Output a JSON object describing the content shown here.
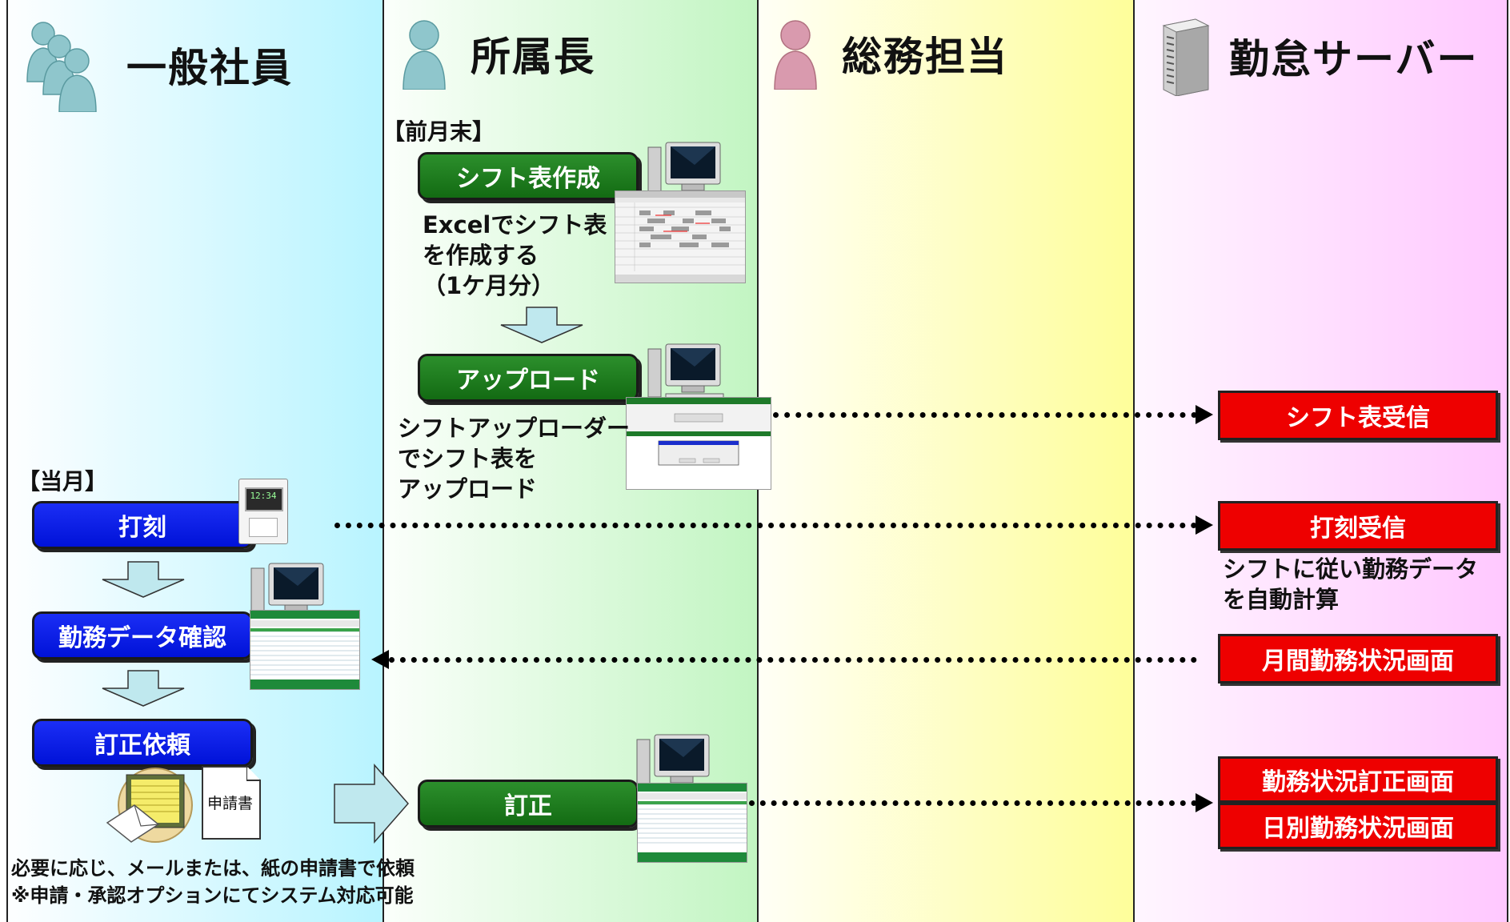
{
  "lanes": [
    {
      "title": "一般社員",
      "icon": "group-person-icon",
      "color": "#8fc6cc"
    },
    {
      "title": "所属長",
      "icon": "person-icon",
      "color": "#8fc6cc"
    },
    {
      "title": "総務担当",
      "icon": "person-pink-icon",
      "color": "#d99aae"
    },
    {
      "title": "勤怠サーバー",
      "icon": "server-icon",
      "color": "#bfbfbf"
    }
  ],
  "manager": {
    "period_label": "【前月末】",
    "shift_create_label": "シフト表作成",
    "shift_desc": [
      "Excelでシフト表",
      "を作成する",
      "（1ケ月分）"
    ],
    "upload_label": "アップロード",
    "upload_desc": [
      "シフトアップローダー",
      "でシフト表を",
      "アップロード"
    ],
    "correction_label": "訂正"
  },
  "employee": {
    "period_label": "【当月】",
    "stamp_label": "打刻",
    "check_label": "勤務データ確認",
    "request_label": "訂正依頼",
    "paper_label": "申請書",
    "note": [
      "必要に応じ、メールまたは、紙の申請書で依頼",
      "※申請・承認オプションにてシステム対応可能"
    ],
    "clock_time": "12:34"
  },
  "server": {
    "shift_receive": "シフト表受信",
    "stamp_receive": "打刻受信",
    "auto_calc": [
      "シフトに従い勤務データ",
      "を自動計算"
    ],
    "monthly_screen": "月間勤務状況画面",
    "correction_screen": "勤務状況訂正画面",
    "daily_screen": "日別勤務状況画面"
  },
  "colors": {
    "lane1": "#ccf8ff",
    "lane2": "#ccf7cc",
    "lane3": "#ffffa8",
    "lane4": "#ffd2ff",
    "blue_button": "#0012d8",
    "green_button": "#1a7a1a",
    "red_box": "#ee0000"
  }
}
